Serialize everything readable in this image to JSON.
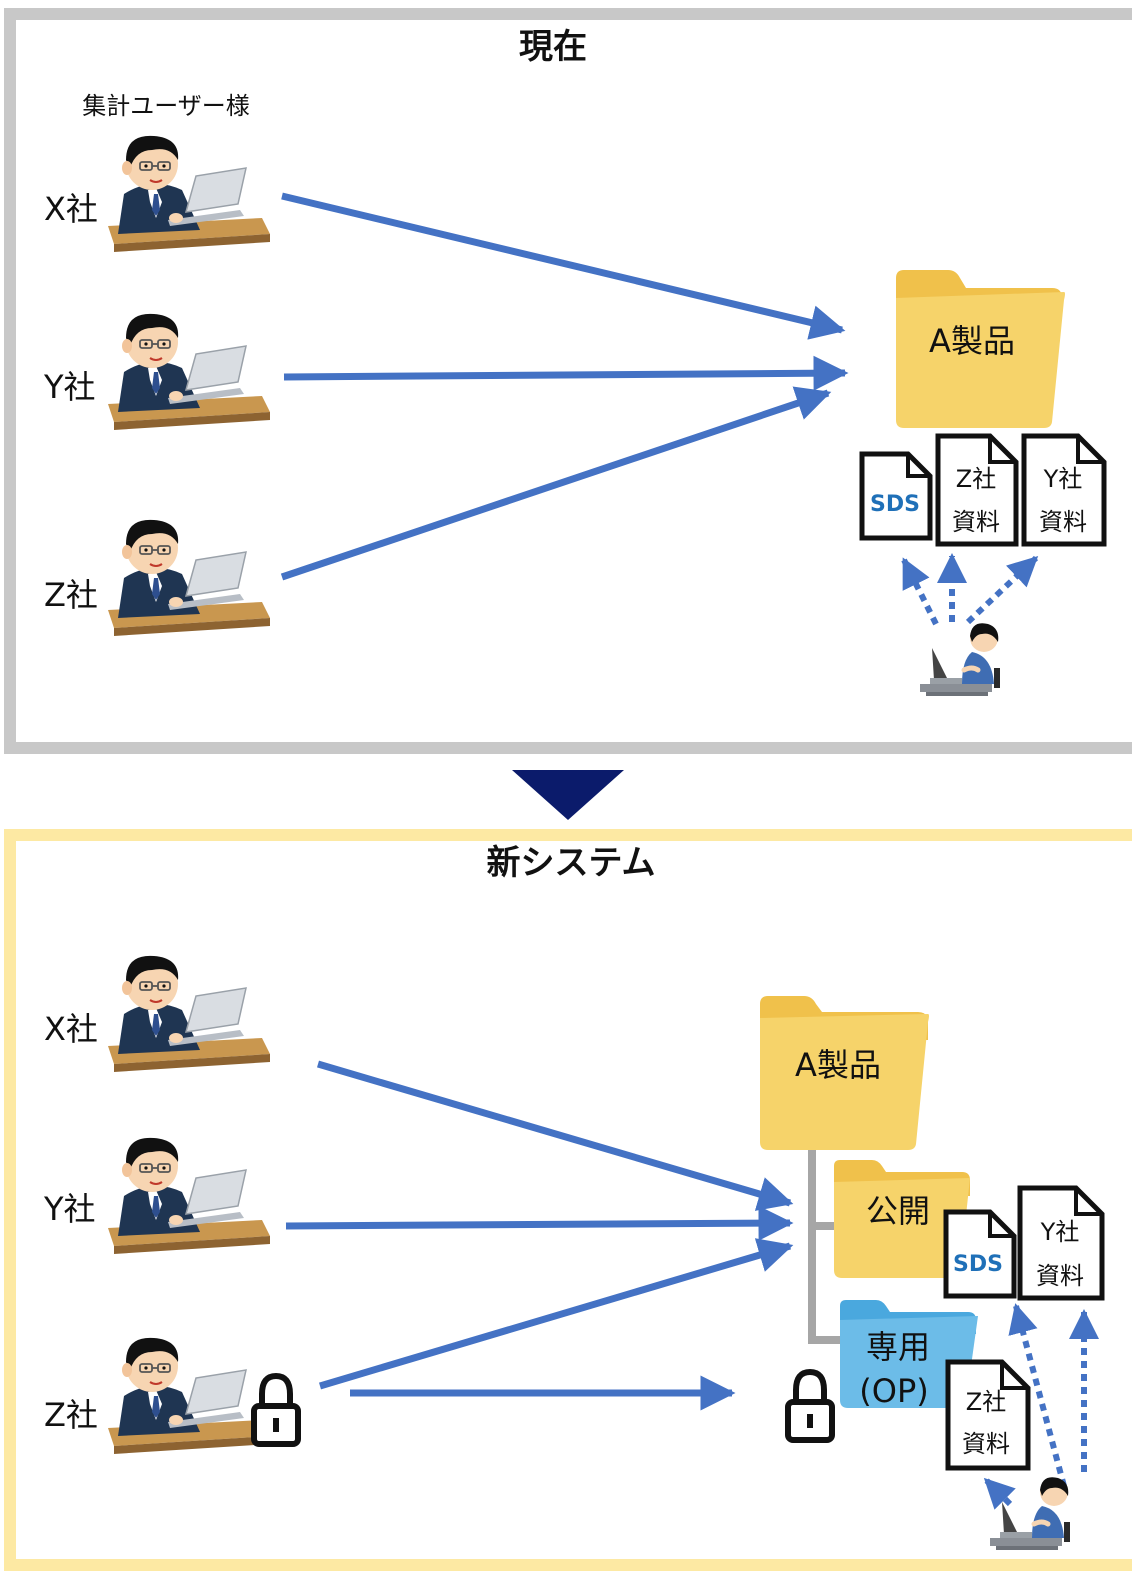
{
  "current": {
    "title": "現在",
    "users_header": "集計ユーザー様",
    "users": [
      "X社",
      "Y社",
      "Z社"
    ],
    "folder": "A製品",
    "docs": [
      {
        "label": "SDS",
        "style": "sds"
      },
      {
        "line1": "Z社",
        "line2": "資料"
      },
      {
        "line1": "Y社",
        "line2": "資料"
      }
    ]
  },
  "newsys": {
    "title": "新システム",
    "users": [
      "X社",
      "Y社",
      "Z社"
    ],
    "folder": "A製品",
    "public_folder": "公開",
    "private_folder_l1": "専用",
    "private_folder_l2": "(OP)",
    "docs_public": [
      {
        "label": "SDS",
        "style": "sds"
      },
      {
        "line1": "Y社",
        "line2": "資料"
      }
    ],
    "doc_private": {
      "line1": "Z社",
      "line2": "資料"
    }
  },
  "colors": {
    "current_border": "#c8c8c8",
    "new_border": "#fde9a3",
    "arrow": "#4472c4",
    "down_arrow": "#0b1b6b",
    "folder_yellow": "#f6d36a",
    "folder_yellow_dark": "#f0c14b",
    "folder_blue": "#6cbce8",
    "tree_line": "#a6a6a6"
  },
  "icons": [
    "person-at-laptop-icon",
    "folder-icon",
    "document-icon",
    "padlock-icon",
    "admin-at-laptop-icon"
  ]
}
